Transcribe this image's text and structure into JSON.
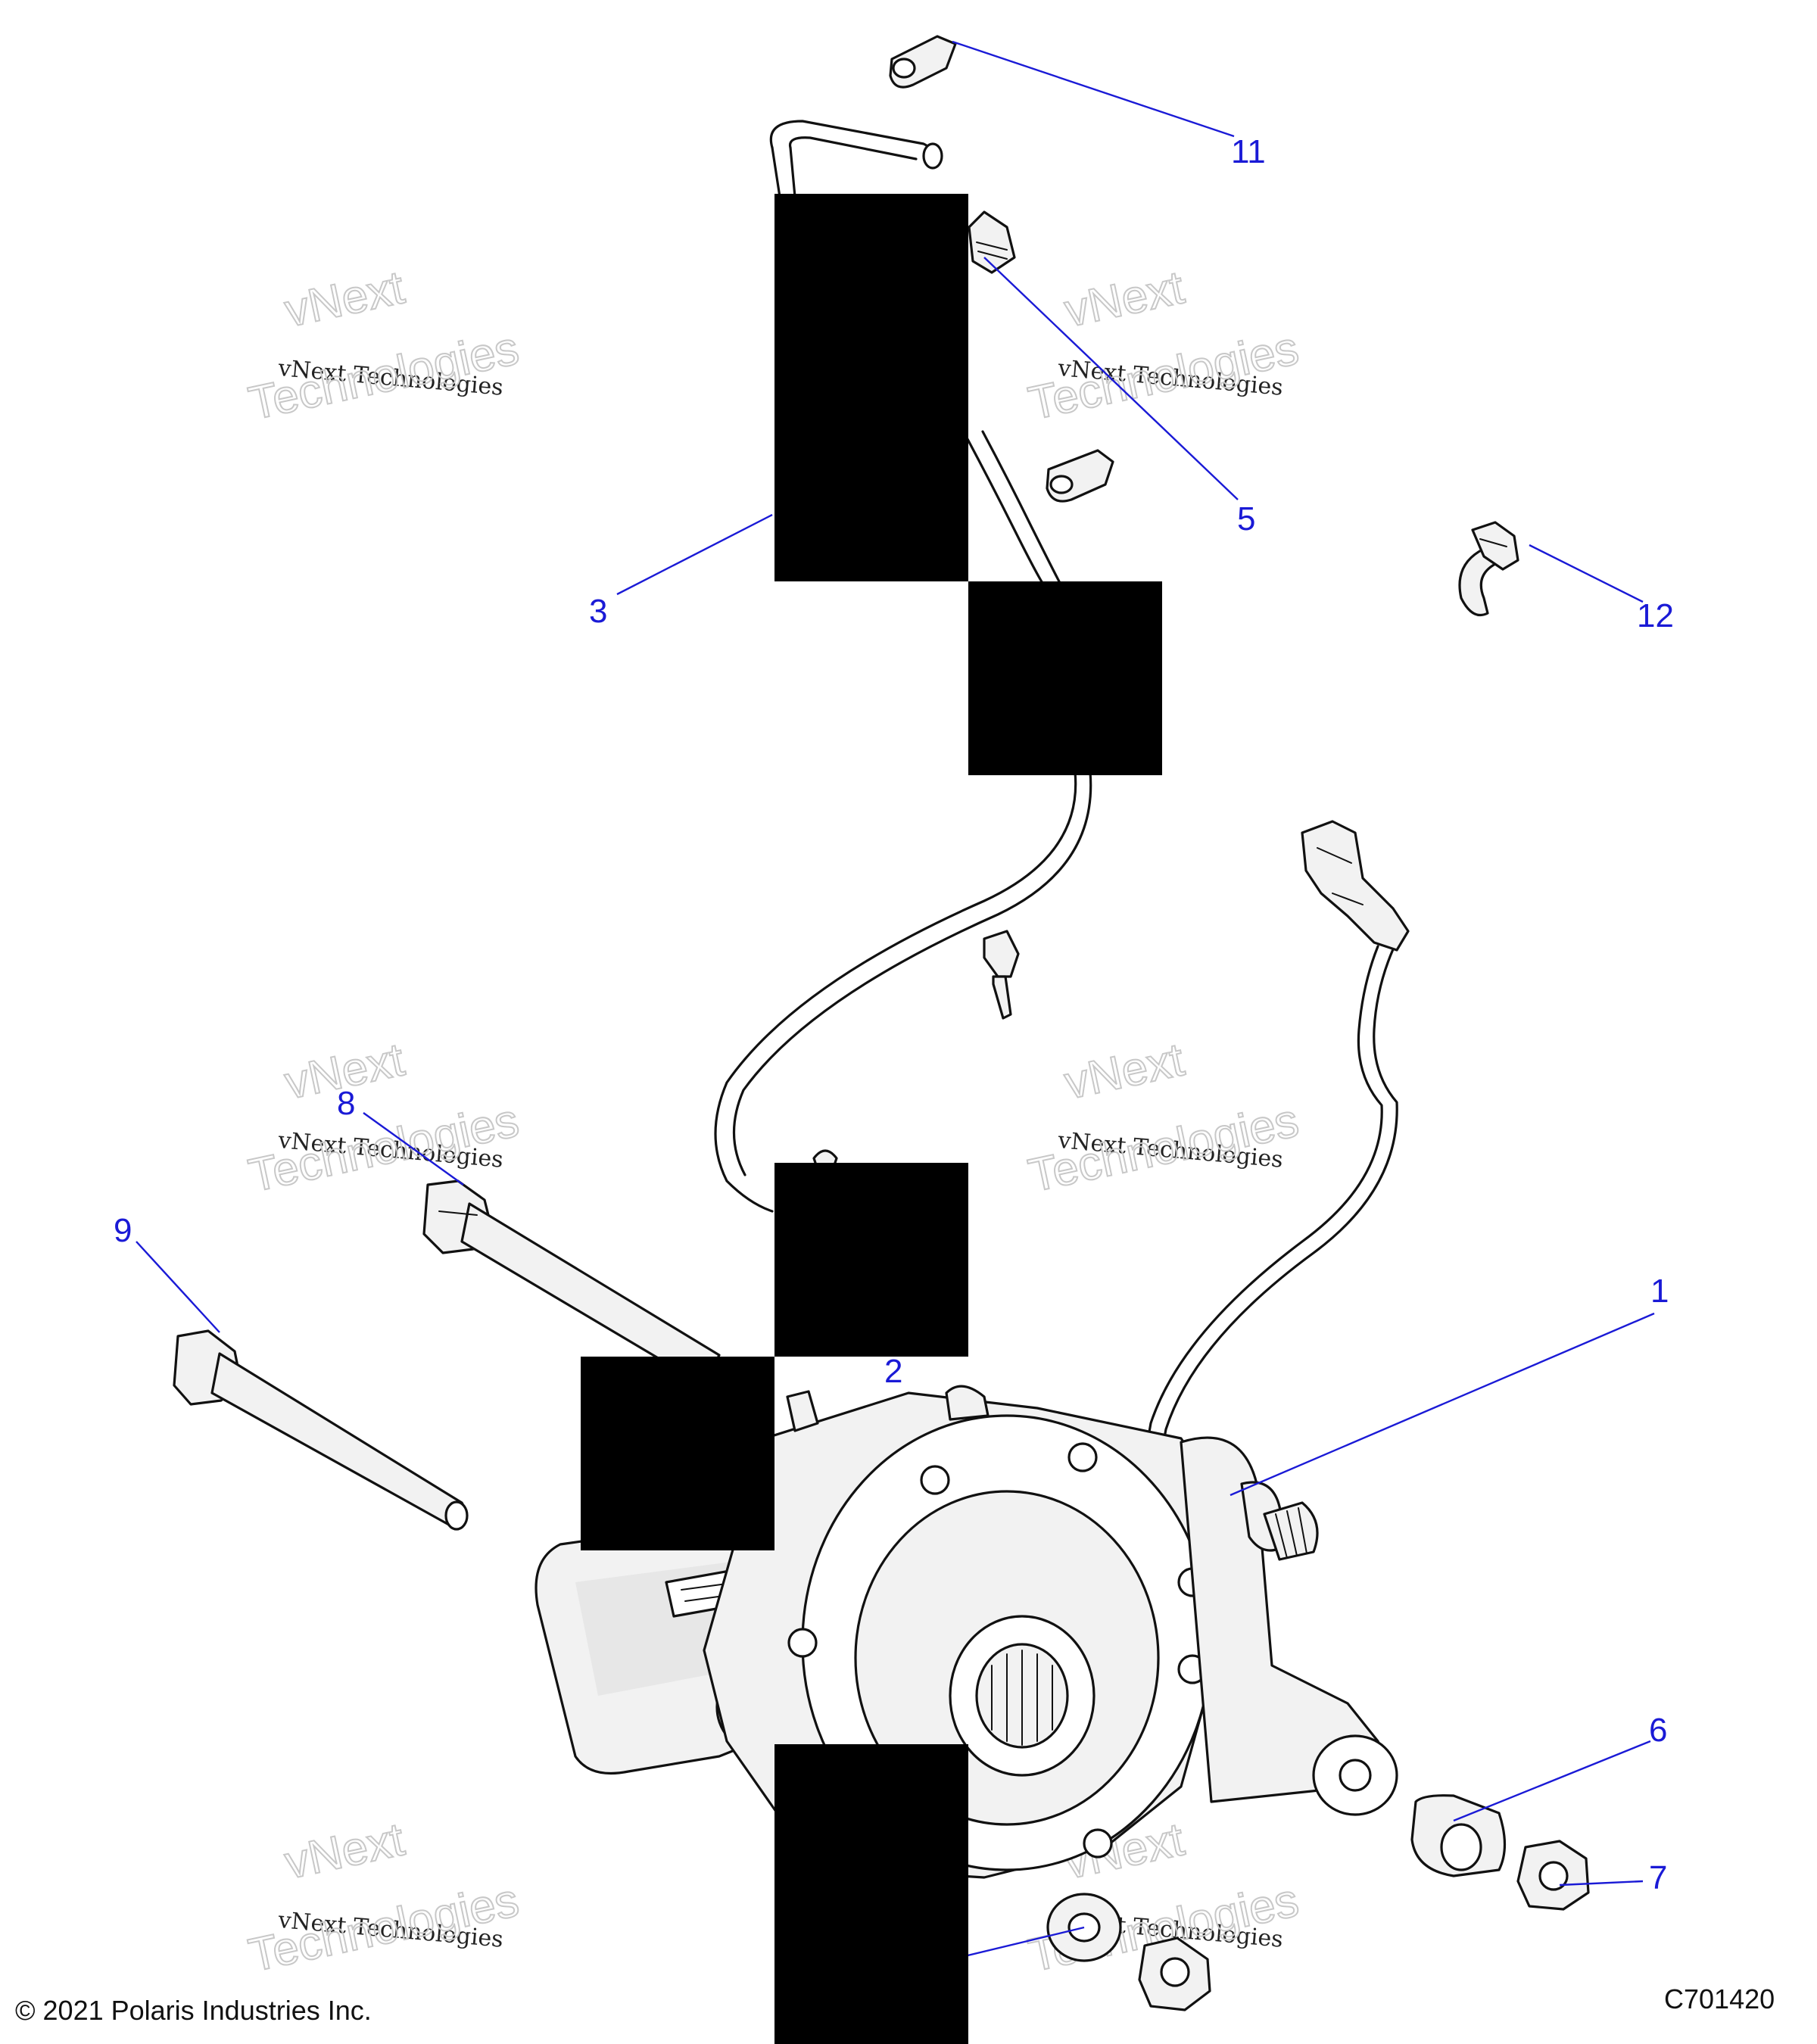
{
  "callouts": [
    {
      "id": "1",
      "label": "1"
    },
    {
      "id": "2",
      "label": "2"
    },
    {
      "id": "3",
      "label": "3"
    },
    {
      "id": "5",
      "label": "5"
    },
    {
      "id": "6",
      "label": "6"
    },
    {
      "id": "7",
      "label": "7"
    },
    {
      "id": "8",
      "label": "8"
    },
    {
      "id": "9",
      "label": "9"
    },
    {
      "id": "11",
      "label": "11"
    },
    {
      "id": "12",
      "label": "12"
    }
  ],
  "watermark": {
    "line1": "vNext Technologies",
    "line2": "vNext",
    "line3": "Technologies"
  },
  "footer": {
    "copyright": "© 2021 Polaris Industries Inc.",
    "code": "C701420"
  },
  "colors": {
    "callout": "#1a1ad6",
    "ink": "#111111",
    "redaction": "#000000"
  }
}
